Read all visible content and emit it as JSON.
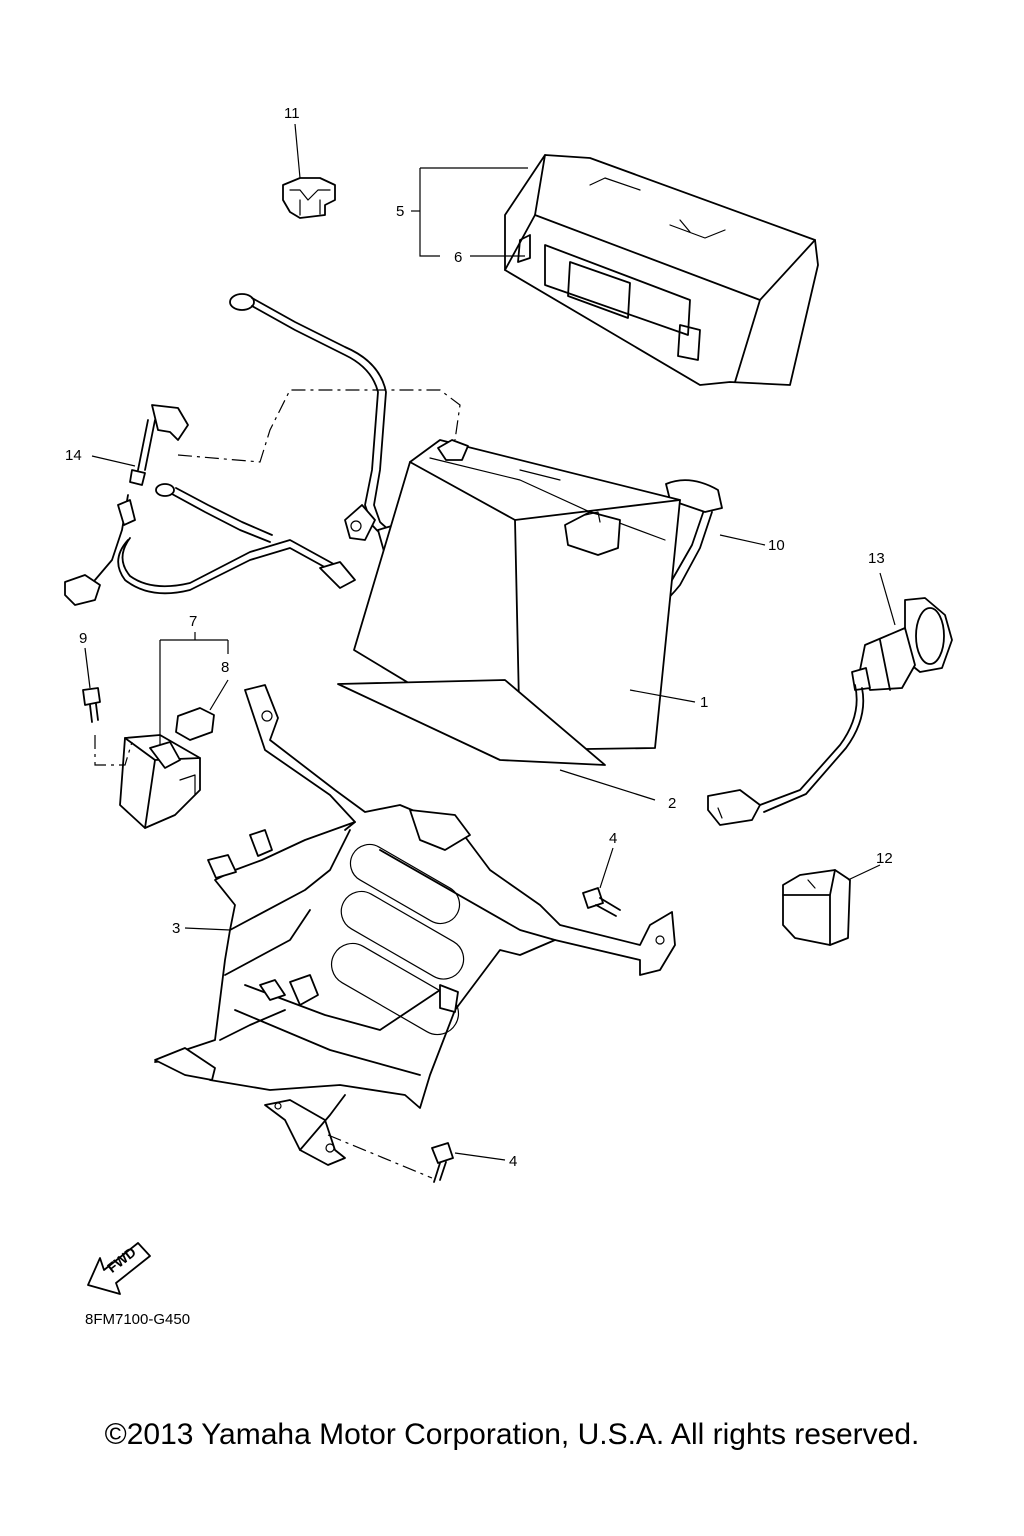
{
  "callouts": [
    {
      "id": "1",
      "label": "1"
    },
    {
      "id": "2",
      "label": "2"
    },
    {
      "id": "3",
      "label": "3"
    },
    {
      "id": "4a",
      "label": "4"
    },
    {
      "id": "4b",
      "label": "4"
    },
    {
      "id": "5",
      "label": "5"
    },
    {
      "id": "6",
      "label": "6"
    },
    {
      "id": "7",
      "label": "7"
    },
    {
      "id": "8",
      "label": "8"
    },
    {
      "id": "9",
      "label": "9"
    },
    {
      "id": "10",
      "label": "10"
    },
    {
      "id": "11",
      "label": "11"
    },
    {
      "id": "12",
      "label": "12"
    },
    {
      "id": "13",
      "label": "13"
    },
    {
      "id": "14",
      "label": "14"
    }
  ],
  "fwd_label": "FWD",
  "diagram_code": "8FM7100-G450",
  "copyright": "©2013 Yamaha Motor Corporation, U.S.A. All rights reserved."
}
